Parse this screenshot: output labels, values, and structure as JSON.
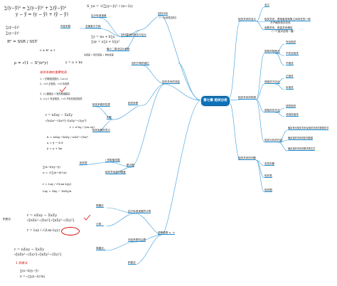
{
  "center": "第七章 相关分析",
  "right": {
    "n1": "相关关系的含义",
    "n1a": "含义",
    "n1b": "相关关系，是指客观现象之间存在的一种",
    "n1c": "不严格的依存关系",
    "n1d": "函数关系，数量关系确定",
    "n1e": "（一个量对应唯一值）",
    "n2": "相关关系的种类",
    "n2a": "按相关程度分",
    "n2a1": "完全相关",
    "n2a2": "不完全相关",
    "n2a3": "不相关",
    "n2b": "按相关方向分",
    "n2b1": "正相关",
    "n2b2": "负相关",
    "n2c": "按相关形式分",
    "n2c1": "线性相关",
    "n2c2": "非线性相关",
    "n3": "相关分析的内容",
    "n3a": "确定有无相关关系及相关关系的表现形式",
    "n3b": "确定相关关系的密切程度",
    "n3c": "确定相关关系的数学表达式",
    "n4": "相关关系的判断",
    "n4a": "定性判断",
    "n4b": "相关表",
    "n4c": "相关图"
  },
  "left": {
    "rg": "回归分析",
    "rg_note": "（一元线性回归）",
    "sst": "总离差平方和",
    "se": "估计标准误差",
    "r2": "判定系数",
    "lsm": "最小二乘法估计参数",
    "est": "回归直线的拟合与估计",
    "cond": "相关系数的性质",
    "ra": "相关系数的意义",
    "rb": "积差法",
    "rc": "简捷法",
    "corr": "相关系数",
    "measure": "相关关系的测定",
    "scatter": "散点图",
    "table": "相关表",
    "r_range": "r 的取值范围",
    "r_meaning": "相关关系密切程度",
    "judge": "判断",
    "box_title": "相关系数的重要性质",
    "prop1": "1、r 的取值范围为 -1≤r≤1",
    "prop2": "2、r>0 正相关；r<0 负相关",
    "prop3": "3、|r| 越接近 1 相关程度越高",
    "prop4": "4、|r|=1 完全相关，r=0 不存在线性相关",
    "mid1": "回归方程的建立",
    "mid2": "求解参数 a、b",
    "mid3": "估计标准误差的计算",
    "mid4": "判定系数的计算",
    "note_right": "总变差 = 回归变差 + 剩余变差",
    "calc": "计算：",
    "simple": "简捷法：",
    "jishu": "积差法：",
    "law": "1.积差法"
  },
  "formulas": {
    "f1": "∑(y−ȳ)² = ∑(y−ŷ)² + ∑(ŷ−ȳ)²",
    "f2": "y − ȳ = (y − ŷ) + (ŷ − ȳ)",
    "f3": "∑(ŷ−ȳ)²",
    "f4": "∑(y−ȳ)²",
    "f5": "R² = SSR / SST",
    "f6": "S_yx = √(∑(y−ŷ)² / (n−2))",
    "f7": "∑y = na + b∑x",
    "f8": "∑xy = a∑x + b∑x²",
    "f9": "r = nΣxy − ΣxΣy",
    "f10": "√[nΣx²−(Σx)²]·√[nΣy²−(Σy)²]",
    "f11": "r = σ²xy / (σx σy)",
    "f12": "b = nΣxy−ΣxΣy / nΣx²−(Σx)²",
    "f13": "a = ȳ − b x̄",
    "f14": "ŷ = a + bx",
    "f15": "∑(x−x̄)(y−ȳ)",
    "f16": "σ = √(∑(x−x̄)²/n)",
    "f17": "r = Lxy / √(Lxx·Lyy)",
    "f18": "Lxy = Σxy − ΣxΣy/n",
    "f19": "ρ = √(1 − S²/σ²y)",
    "f20": "y = a + bx",
    "f21": "0 ≤ R² ≤ 1"
  },
  "colors": {
    "line": "#3a9ad9",
    "accent": "#0e72b8",
    "red": "#d21010"
  }
}
